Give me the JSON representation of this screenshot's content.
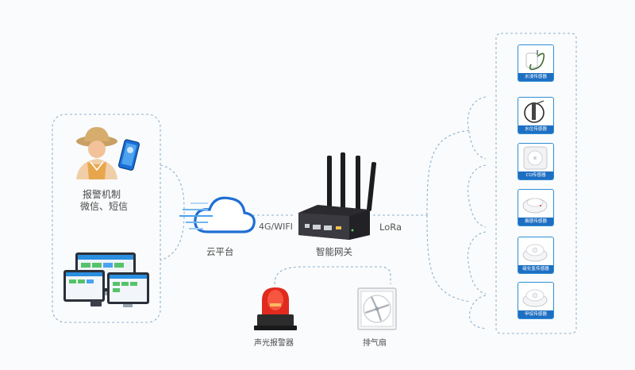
{
  "alarm": {
    "title": "报警机制",
    "subtitle": "微信、短信"
  },
  "cloud": {
    "label": "云平台"
  },
  "link_4g": {
    "label": "4G/WIFI"
  },
  "gateway": {
    "label": "智能网关"
  },
  "lora": {
    "label": "LoRa"
  },
  "actuators": {
    "siren": "声光报警器",
    "fan": "排气扇"
  },
  "sensors": [
    {
      "name": "水浸传感器",
      "icon": "water-immersion-sensor-icon"
    },
    {
      "name": "水位传感器",
      "icon": "water-level-sensor-icon"
    },
    {
      "name": "CO传感器",
      "icon": "co-sensor-icon"
    },
    {
      "name": "烟感传感器",
      "icon": "smoke-sensor-icon"
    },
    {
      "name": "硫化氢传感器",
      "icon": "hydrogen-sulfide-sensor-icon"
    },
    {
      "name": "甲烷传感器",
      "icon": "methane-sensor-icon"
    }
  ],
  "colors": {
    "accent": "#1e6fc2",
    "dashed_line": "#7fa7c9",
    "phone_screen": "#1a6fd6",
    "siren_red": "#e02a1e"
  }
}
